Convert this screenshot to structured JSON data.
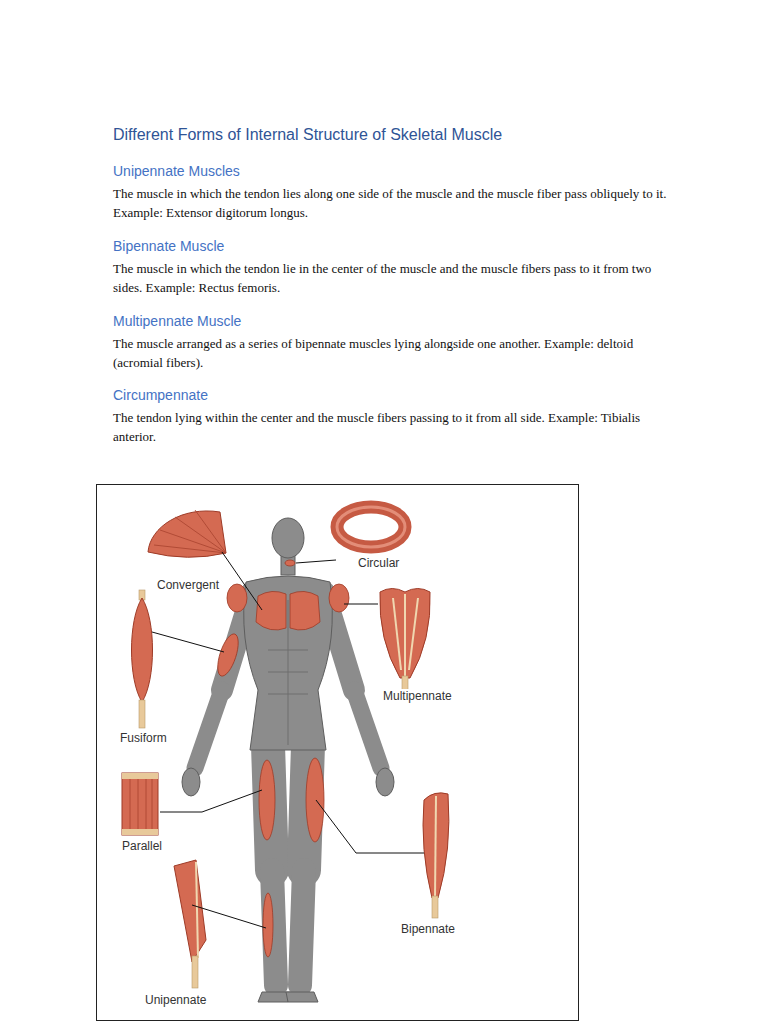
{
  "diagram": {
    "title": "Different Forms of Internal Structure of Skeletal Muscle",
    "labels": [
      "Unipennate Muscles",
      "The muscle in which the tendon lies along one side of the muscle and the muscle fiber pass obliquely to it. Example: Extensor digitorum longus.",
      "Bipennate Muscle",
      "The muscle in which the tendon lie in the center of the muscle and the muscle fibers pass to it from two sides. Example: Rectus femoris.",
      "Multipennate Muscle",
      "The muscle arranged as a series of bipennate muscles lying alongside one another. Example: deltoid (acromial fibers).",
      "Circumpennate",
      "The tendon lying within the center and the muscle fibers passing to it from all side. Example: Tibialis anterior.",
      "Circular",
      "Convergent",
      "Multipennate",
      "Fusiform",
      "Parallel",
      "Bipennate",
      "Unipennate"
    ]
  }
}
